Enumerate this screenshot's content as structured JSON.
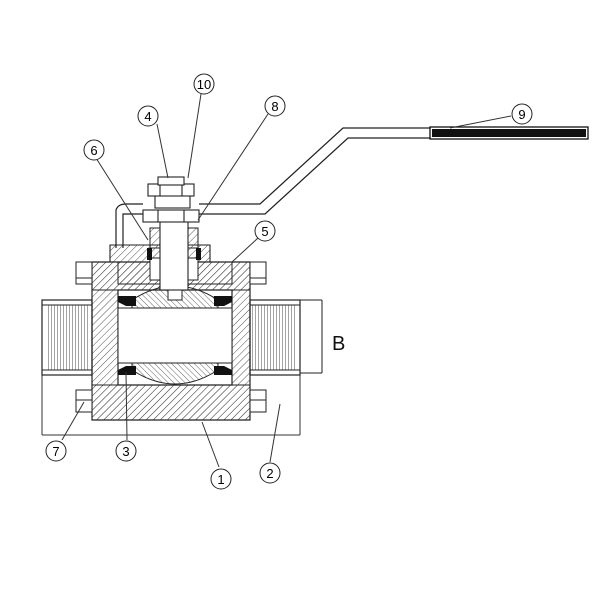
{
  "diagram": {
    "title": "",
    "dimension_label": "B",
    "callouts": [
      {
        "id": "c1",
        "number": "1"
      },
      {
        "id": "c2",
        "number": "2"
      },
      {
        "id": "c3",
        "number": "3"
      },
      {
        "id": "c4",
        "number": "4"
      },
      {
        "id": "c5",
        "number": "5"
      },
      {
        "id": "c6",
        "number": "6"
      },
      {
        "id": "c7",
        "number": "7"
      },
      {
        "id": "c8",
        "number": "8"
      },
      {
        "id": "c9",
        "number": "9"
      },
      {
        "id": "c10",
        "number": "10"
      }
    ]
  },
  "colors": {
    "line": "#222222",
    "hatch": "#555555",
    "seat": "#111111",
    "background": "#ffffff"
  }
}
